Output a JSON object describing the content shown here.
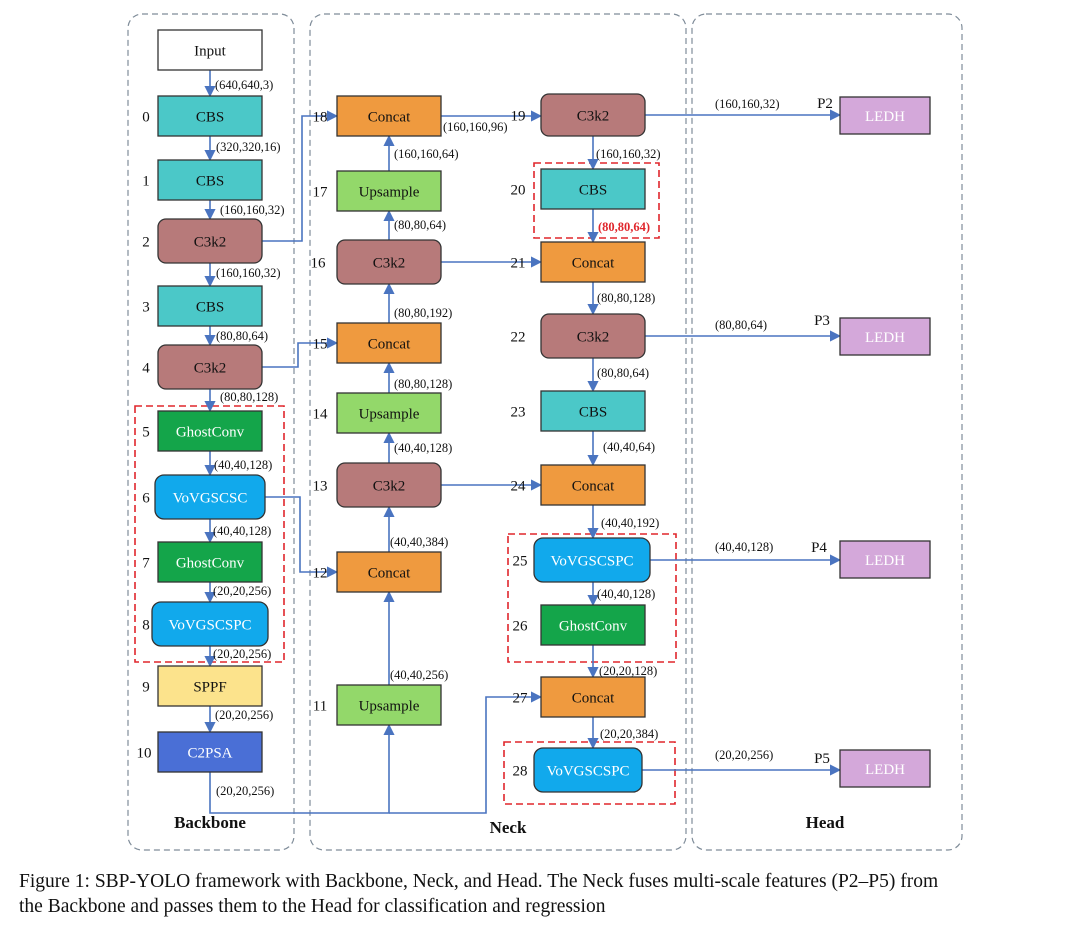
{
  "sections": {
    "backbone": "Backbone",
    "neck": "Neck",
    "head": "Head"
  },
  "colors": {
    "cbs": "#4bc8c8",
    "c3k2": "#b77a7a",
    "concat": "#ef9a3f",
    "upsample": "#93d86a",
    "ghostconv": "#14a54a",
    "vovgscsc": "#11a9ec",
    "sppf": "#fce38c",
    "c2psa": "#4a6fd6",
    "ledh": "#d4a8da",
    "input": "#ffffff",
    "arrow": "#4a74c0",
    "highlight": "#e0262c",
    "section_border": "#7f8c99"
  },
  "nodes": [
    {
      "id": "input",
      "label": "Input",
      "index": "",
      "type": "input"
    },
    {
      "id": "n0",
      "label": "CBS",
      "index": "0",
      "type": "cbs"
    },
    {
      "id": "n1",
      "label": "CBS",
      "index": "1",
      "type": "cbs"
    },
    {
      "id": "n2",
      "label": "C3k2",
      "index": "2",
      "type": "c3k2"
    },
    {
      "id": "n3",
      "label": "CBS",
      "index": "3",
      "type": "cbs"
    },
    {
      "id": "n4",
      "label": "C3k2",
      "index": "4",
      "type": "c3k2"
    },
    {
      "id": "n5",
      "label": "GhostConv",
      "index": "5",
      "type": "ghostconv"
    },
    {
      "id": "n6",
      "label": "VoVGSCSC",
      "index": "6",
      "type": "vovgscsc"
    },
    {
      "id": "n7",
      "label": "GhostConv",
      "index": "7",
      "type": "ghostconv"
    },
    {
      "id": "n8",
      "label": "VoVGSCSPC",
      "index": "8",
      "type": "vovgscsc"
    },
    {
      "id": "n9",
      "label": "SPPF",
      "index": "9",
      "type": "sppf"
    },
    {
      "id": "n10",
      "label": "C2PSA",
      "index": "10",
      "type": "c2psa"
    },
    {
      "id": "n11",
      "label": "Upsample",
      "index": "11",
      "type": "upsample"
    },
    {
      "id": "n12",
      "label": "Concat",
      "index": "12",
      "type": "concat"
    },
    {
      "id": "n13",
      "label": "C3k2",
      "index": "13",
      "type": "c3k2"
    },
    {
      "id": "n14",
      "label": "Upsample",
      "index": "14",
      "type": "upsample"
    },
    {
      "id": "n15",
      "label": "Concat",
      "index": "15",
      "type": "concat"
    },
    {
      "id": "n16",
      "label": "C3k2",
      "index": "16",
      "type": "c3k2"
    },
    {
      "id": "n17",
      "label": "Upsample",
      "index": "17",
      "type": "upsample"
    },
    {
      "id": "n18",
      "label": "Concat",
      "index": "18",
      "type": "concat"
    },
    {
      "id": "n19",
      "label": "C3k2",
      "index": "19",
      "type": "c3k2"
    },
    {
      "id": "n20",
      "label": "CBS",
      "index": "20",
      "type": "cbs"
    },
    {
      "id": "n21",
      "label": "Concat",
      "index": "21",
      "type": "concat"
    },
    {
      "id": "n22",
      "label": "C3k2",
      "index": "22",
      "type": "c3k2"
    },
    {
      "id": "n23",
      "label": "CBS",
      "index": "23",
      "type": "cbs"
    },
    {
      "id": "n24",
      "label": "Concat",
      "index": "24",
      "type": "concat"
    },
    {
      "id": "n25",
      "label": "VoVGSCSPC",
      "index": "25",
      "type": "vovgscsc"
    },
    {
      "id": "n26",
      "label": "GhostConv",
      "index": "26",
      "type": "ghostconv"
    },
    {
      "id": "n27",
      "label": "Concat",
      "index": "27",
      "type": "concat"
    },
    {
      "id": "n28",
      "label": "VoVGSCSPC",
      "index": "28",
      "type": "vovgscsc"
    },
    {
      "id": "p2",
      "label": "LEDH",
      "index": "P2",
      "type": "ledh"
    },
    {
      "id": "p3",
      "label": "LEDH",
      "index": "P3",
      "type": "ledh"
    },
    {
      "id": "p4",
      "label": "LEDH",
      "index": "P4",
      "type": "ledh"
    },
    {
      "id": "p5",
      "label": "LEDH",
      "index": "P5",
      "type": "ledh"
    }
  ],
  "shape_labels": [
    {
      "id": "s0",
      "text": "(640,640,3)"
    },
    {
      "id": "s1",
      "text": "(320,320,16)"
    },
    {
      "id": "s2",
      "text": "(160,160,32)"
    },
    {
      "id": "s3",
      "text": "(160,160,32)"
    },
    {
      "id": "s4",
      "text": "(80,80,64)"
    },
    {
      "id": "s5",
      "text": "(80,80,128)"
    },
    {
      "id": "s6",
      "text": "(40,40,128)"
    },
    {
      "id": "s7",
      "text": "(40,40,128)"
    },
    {
      "id": "s8",
      "text": "(20,20,256)"
    },
    {
      "id": "s9",
      "text": "(20,20,256)"
    },
    {
      "id": "s10",
      "text": "(20,20,256)"
    },
    {
      "id": "s11",
      "text": "(20,20,256)"
    },
    {
      "id": "s12",
      "text": "(40,40,256)"
    },
    {
      "id": "s13",
      "text": "(40,40,384)"
    },
    {
      "id": "s14",
      "text": "(40,40,128)"
    },
    {
      "id": "s15",
      "text": "(80,80,128)"
    },
    {
      "id": "s16",
      "text": "(80,80,192)"
    },
    {
      "id": "s17",
      "text": "(80,80,64)"
    },
    {
      "id": "s18",
      "text": "(160,160,64)"
    },
    {
      "id": "s19",
      "text": "(160,160,96)"
    },
    {
      "id": "s20",
      "text": "(160,160,32)"
    },
    {
      "id": "s21",
      "text": "(80,80,64)"
    },
    {
      "id": "s22",
      "text": "(80,80,128)"
    },
    {
      "id": "s23",
      "text": "(80,80,64)"
    },
    {
      "id": "s24",
      "text": "(40,40,64)"
    },
    {
      "id": "s25",
      "text": "(40,40,192)"
    },
    {
      "id": "s26",
      "text": "(40,40,128)"
    },
    {
      "id": "s27",
      "text": "(20,20,128)"
    },
    {
      "id": "s28",
      "text": "(20,20,384)"
    },
    {
      "id": "s29",
      "text": "(160,160,32)"
    },
    {
      "id": "s30",
      "text": "(80,80,64)"
    },
    {
      "id": "s31",
      "text": "(40,40,128)"
    },
    {
      "id": "s32",
      "text": "(20,20,256)"
    }
  ],
  "caption": {
    "line1": "Figure 1: SBP-YOLO framework with Backbone, Neck, and Head. The Neck fuses multi-scale features (P2–P5) from",
    "line2": "the Backbone and passes them to the Head for classification and regression"
  }
}
